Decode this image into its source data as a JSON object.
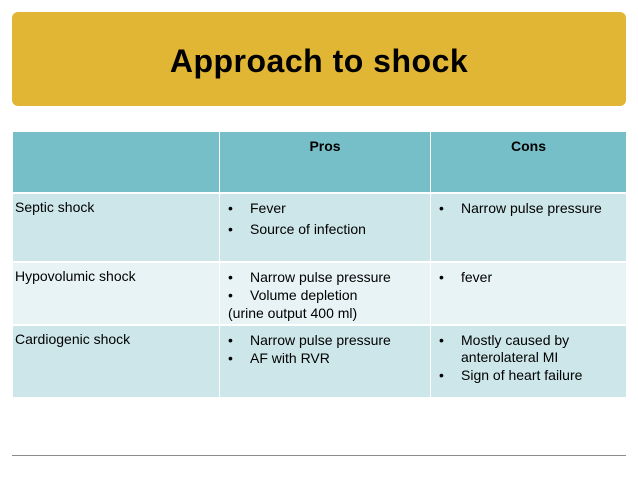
{
  "slide": {
    "title": "Approach to shock"
  },
  "table": {
    "header": {
      "blank": "",
      "pros": "Pros",
      "cons": "Cons"
    },
    "rows": [
      {
        "name": "Septic shock",
        "pros": [
          "Fever",
          "Source of infection"
        ],
        "pros_note": "",
        "cons": [
          "Narrow pulse pressure"
        ]
      },
      {
        "name": "Hypovolumic shock",
        "pros": [
          "Narrow pulse pressure",
          "Volume depletion"
        ],
        "pros_note": "(urine output 400 ml)",
        "cons": [
          "fever"
        ]
      },
      {
        "name": "Cardiogenic shock",
        "pros": [
          "Narrow pulse pressure",
          "AF with RVR"
        ],
        "pros_note": "",
        "cons": [
          "Mostly caused by anterolateral MI",
          "Sign of heart failure"
        ]
      }
    ]
  },
  "colors": {
    "title_band": "#e0b634",
    "header_fill": "#76bfc9",
    "row_dark": "#cde6ea",
    "row_light": "#e8f3f5"
  }
}
